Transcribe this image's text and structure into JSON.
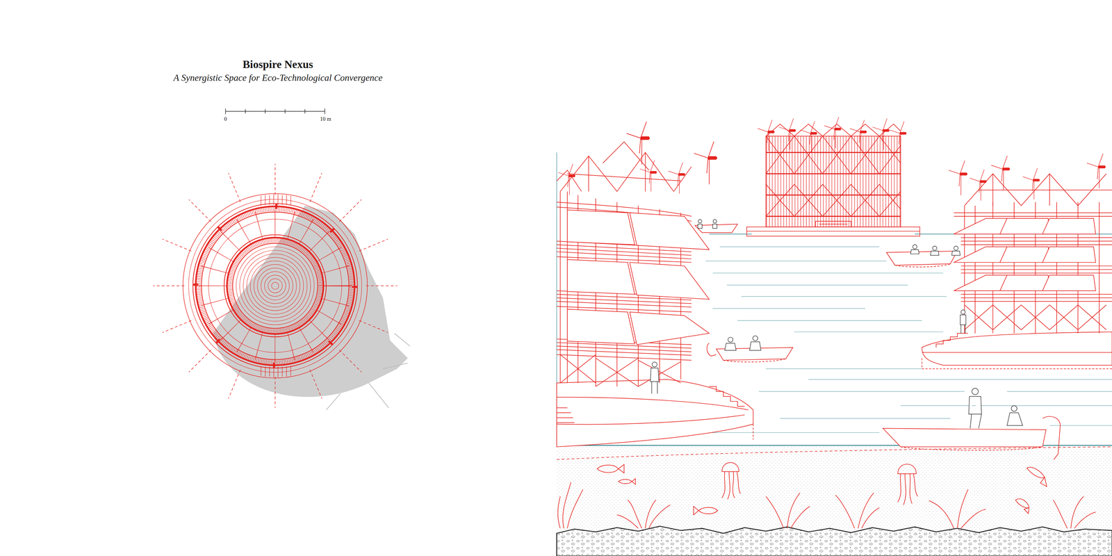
{
  "diagram": {
    "title": "Biospire Nexus",
    "labels": [
      "A Synergistic Space for Eco-Technological Convergence",
      "0",
      "10 m"
    ]
  }
}
